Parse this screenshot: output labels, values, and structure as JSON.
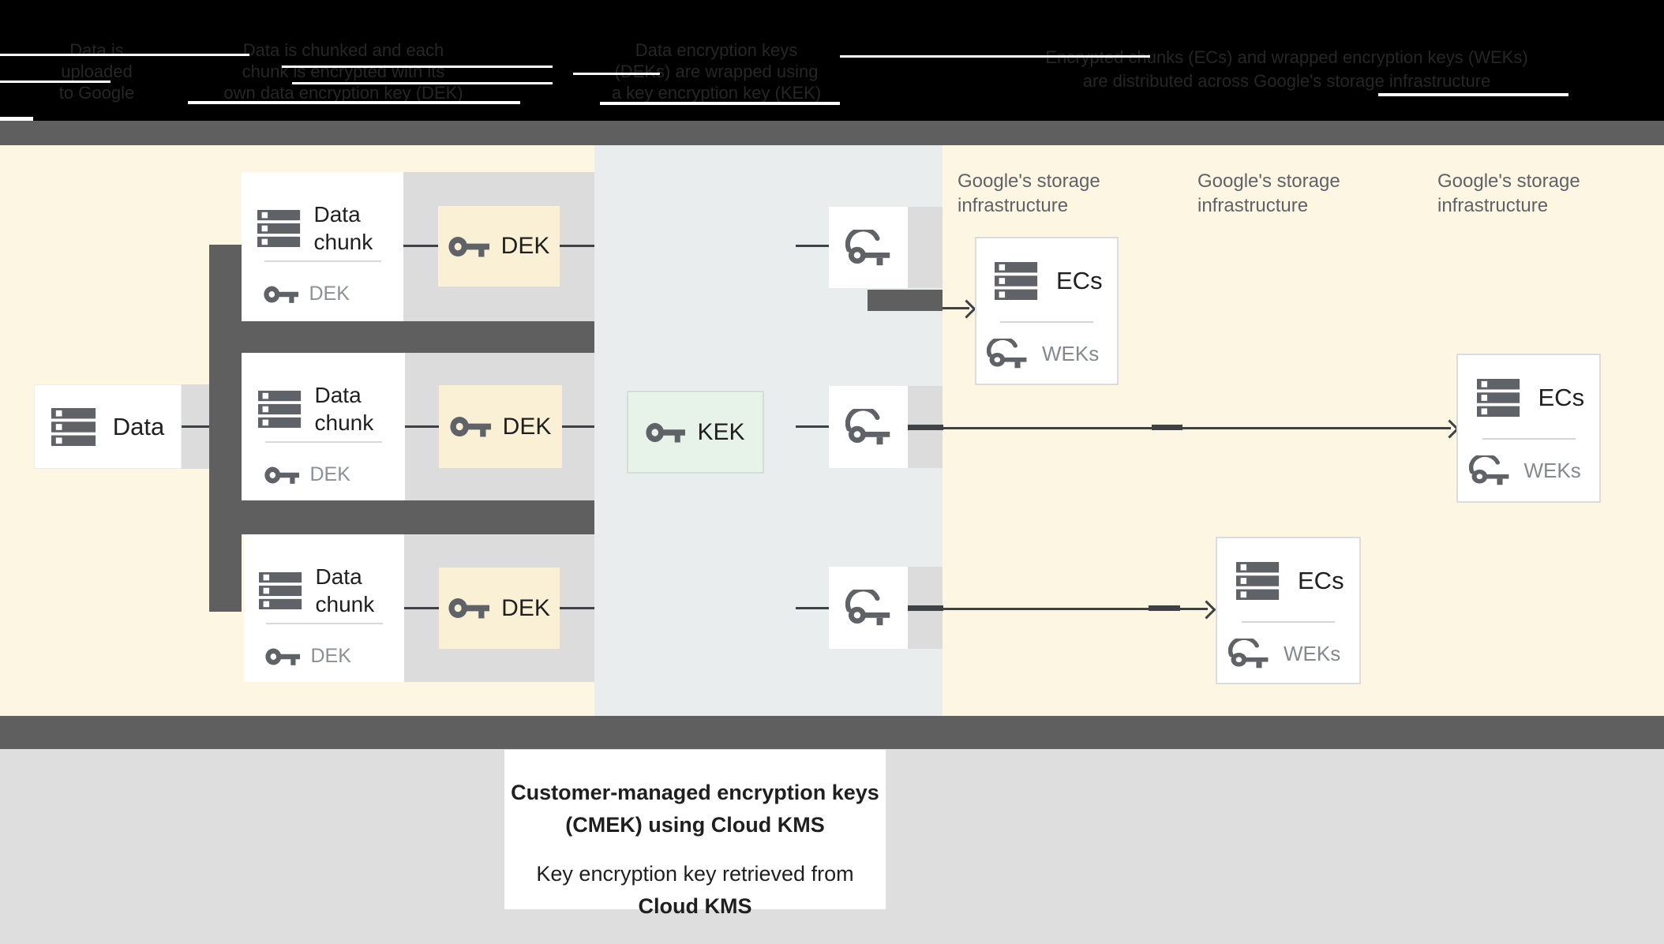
{
  "colors": {
    "header_bg": "#000000",
    "band_gray": "#5f5f5f",
    "customer_panel": "#fdf6e3",
    "kms_panel": "#e9edee",
    "storage_panel": "#fdf6e3",
    "row_band": "#dcdcdc",
    "bottom_area": "#dedede",
    "dek_box": "#faf0d6",
    "kek_box": "#e7f3e9",
    "icon_gray": "#5f6368",
    "line": "#3f4245",
    "muted_text": "#8a9095"
  },
  "header": {
    "steps": [
      {
        "line1": "Data is",
        "line2": "uploaded",
        "line3": "to Google"
      },
      {
        "line1": "Data is chunked and each",
        "line2": "chunk is encrypted with its",
        "line3": "own data encryption key (DEK)"
      },
      {
        "line1": "Data encryption keys",
        "line2": "(DEKs) are wrapped using",
        "line3": "a key encryption key (KEK)"
      },
      {
        "line1": "Encrypted chunks (ECs) and wrapped encryption keys (WEKs)",
        "line2": "are distributed across Google's storage infrastructure"
      }
    ]
  },
  "diagram": {
    "data_box": {
      "label": "Data"
    },
    "chunk_cards": [
      {
        "title": "Data chunk",
        "key_label": "DEK"
      },
      {
        "title": "Data chunk",
        "key_label": "DEK"
      },
      {
        "title": "Data chunk",
        "key_label": "DEK"
      }
    ],
    "dek_boxes": [
      {
        "label": "DEK"
      },
      {
        "label": "DEK"
      },
      {
        "label": "DEK"
      }
    ],
    "kek_box": {
      "label": "KEK"
    },
    "storage_labels": [
      {
        "line1": "Google's storage",
        "line2": "infrastructure"
      },
      {
        "line1": "Google's storage",
        "line2": "infrastructure"
      },
      {
        "line1": "Google's storage",
        "line2": "infrastructure"
      }
    ],
    "ecs_cards": [
      {
        "label": "ECs",
        "key_label": "WEKs"
      },
      {
        "label": "ECs",
        "key_label": "WEKs"
      },
      {
        "label": "ECs",
        "key_label": "WEKs"
      }
    ]
  },
  "caption": {
    "line1": "Customer-managed encryption keys",
    "line2": "(CMEK) using Cloud KMS",
    "line3": "Key encryption key retrieved from",
    "line4": "Cloud KMS"
  }
}
